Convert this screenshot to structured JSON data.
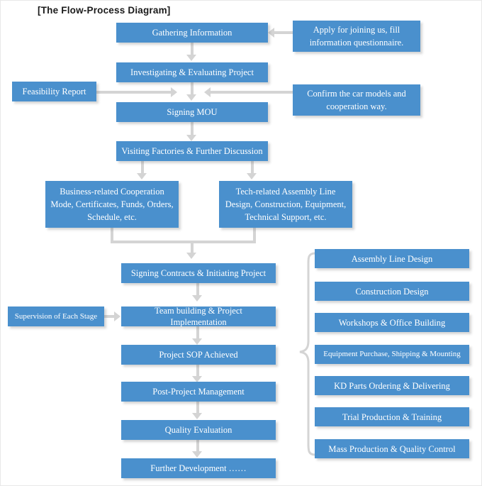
{
  "diagram": {
    "title": "[The Flow-Process Diagram]",
    "accent_color": "#4a90cd",
    "connector_color": "#d4d4d4",
    "background_color": "#ffffff",
    "text_color": "#ffffff"
  },
  "main_flow": [
    {
      "id": "gathering-information",
      "label": "Gathering Information"
    },
    {
      "id": "investigating-evaluating-project",
      "label": "Investigating & Evaluating Project"
    },
    {
      "id": "signing-mou",
      "label": "Signing MOU"
    },
    {
      "id": "visiting-factories-further-discussion",
      "label": "Visiting Factories & Further Discussion"
    },
    {
      "id": "signing-contracts-initiating-project",
      "label": "Signing Contracts & Initiating Project"
    },
    {
      "id": "team-building-project-implementation",
      "label": "Team building & Project Implementation"
    },
    {
      "id": "project-sop-achieved",
      "label": "Project SOP Achieved"
    },
    {
      "id": "post-project-management",
      "label": "Post-Project Management"
    },
    {
      "id": "quality-evaluation",
      "label": "Quality Evaluation"
    },
    {
      "id": "further-development",
      "label": "Further Development ……"
    }
  ],
  "side_inputs": {
    "apply_for_joining": {
      "line1": "Apply for joining us, fill",
      "line2": "information questionnaire."
    },
    "confirm_car_models": {
      "line1": "Confirm the car models and",
      "line2": "cooperation way."
    },
    "feasibility_report": {
      "label": "Feasibility Report"
    },
    "supervision_each_stage": {
      "label": "Supervision of Each Stage"
    }
  },
  "branches": {
    "business": {
      "line1": "Business-related Cooperation",
      "line2": "Mode, Certificates, Funds, Orders,",
      "line3": "Schedule, etc."
    },
    "tech": {
      "line1": "Tech-related Assembly Line",
      "line2": "Design, Construction, Equipment,",
      "line3": "Technical Support, etc."
    }
  },
  "implementation_steps": [
    {
      "id": "assembly-line-design",
      "label": "Assembly Line Design"
    },
    {
      "id": "construction-design",
      "label": "Construction Design"
    },
    {
      "id": "workshops-office-building",
      "label": "Workshops & Office Building"
    },
    {
      "id": "equipment-purchase-shipping-mounting",
      "label": "Equipment Purchase, Shipping & Mounting"
    },
    {
      "id": "kd-parts-ordering-delivering",
      "label": "KD Parts Ordering & Delivering"
    },
    {
      "id": "trial-production-training",
      "label": "Trial Production & Training"
    },
    {
      "id": "mass-production-quality-control",
      "label": "Mass Production & Quality Control"
    }
  ]
}
